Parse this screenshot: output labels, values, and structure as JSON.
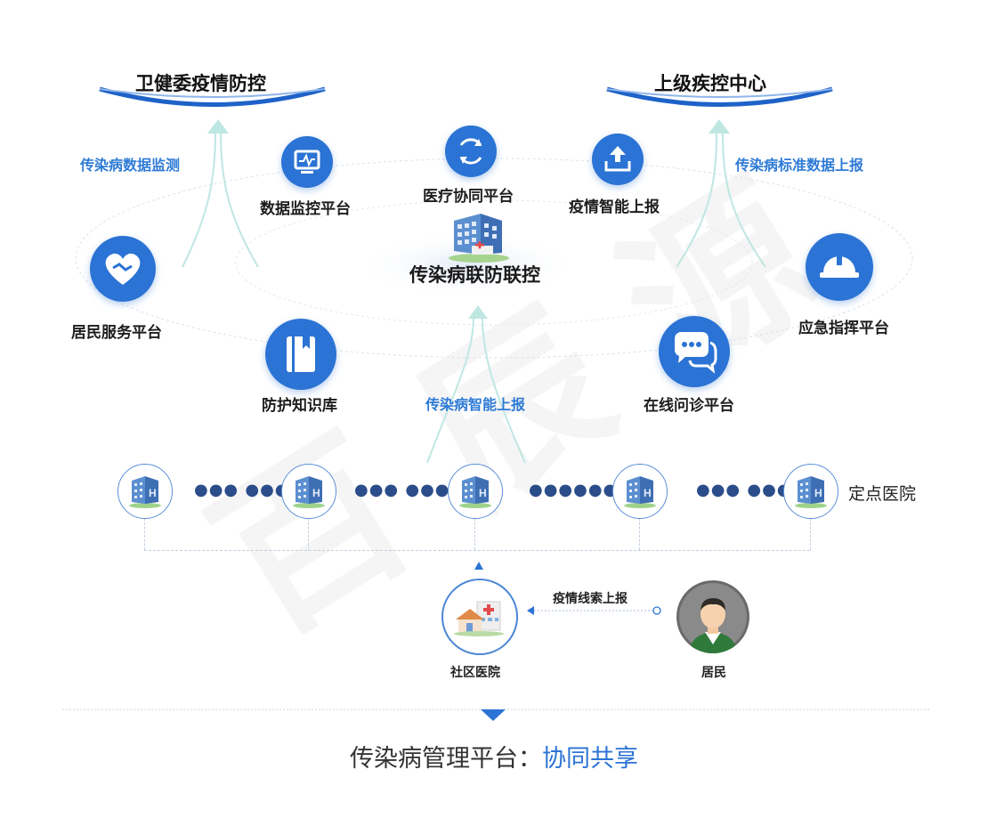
{
  "header": {
    "left_hub": "卫健委疫情防控",
    "right_hub": "上级疾控中心"
  },
  "center": {
    "title": "传染病联防联控",
    "building_icon": "hospital-building-icon"
  },
  "flows": {
    "left_up": "传染病数据监测",
    "right_up": "传染病标准数据上报",
    "center_up": "传染病智能上报",
    "clue_report": "疫情线索上报"
  },
  "platforms": {
    "data_monitor": "数据监控平台",
    "medical_collab": "医疗协同平台",
    "epidemic_report": "疫情智能上报",
    "resident_service": "居民服务平台",
    "emergency_command": "应急指挥平台",
    "knowledge_base": "防护知识库",
    "online_consult": "在线问诊平台"
  },
  "hospitals": {
    "label": "定点医院",
    "dots": [
      "●●● ●●●",
      "●●● ●●●",
      "●●●●●●",
      "●●● ●●●"
    ]
  },
  "community": {
    "clinic_label": "社区医院",
    "resident_label": "居民"
  },
  "footer": {
    "prefix": "传染病管理平台：",
    "highlight": "协同共享"
  },
  "watermark": "百 辰 源",
  "colors": {
    "primary_blue": "#2b73d4",
    "label_blue": "#2e7bd6",
    "arrow_teal": "#bfe7e2"
  }
}
